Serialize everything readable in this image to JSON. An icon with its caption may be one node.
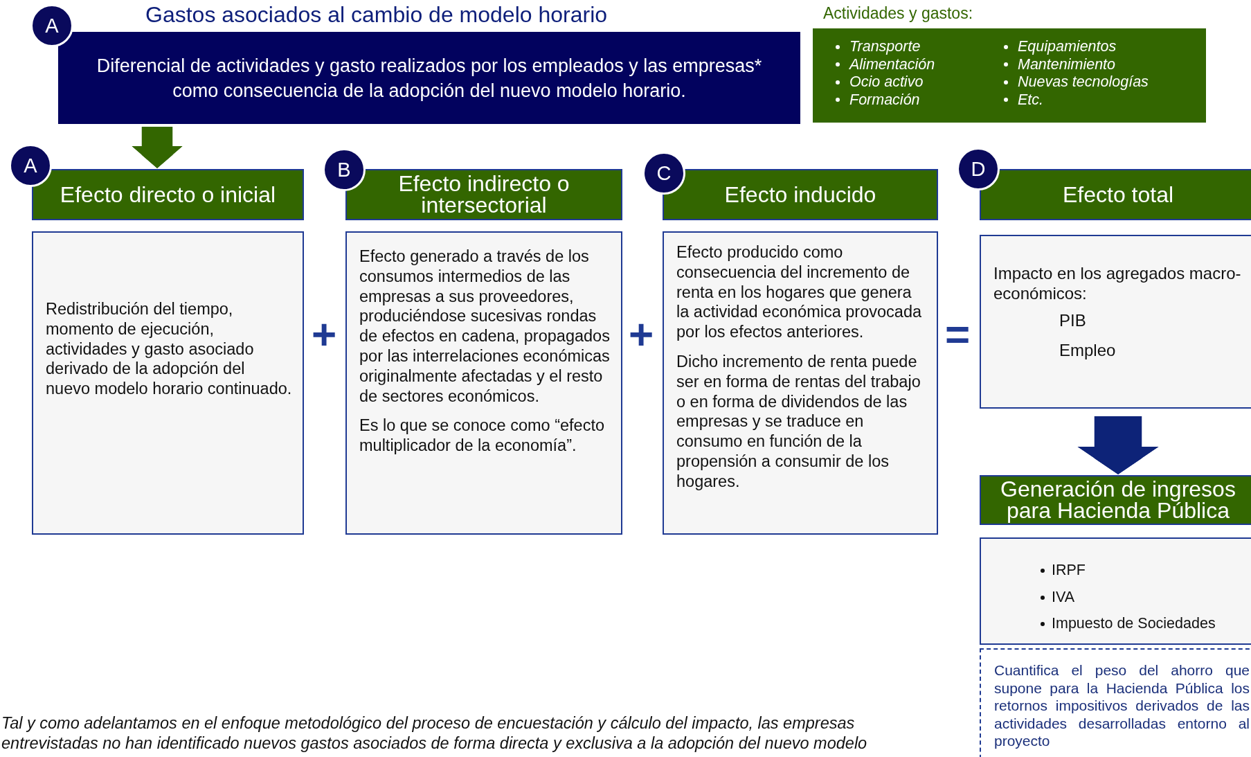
{
  "diagram": {
    "title": "Gastos asociados al cambio de modelo horario",
    "nodes": [
      {
        "text": [
          "A"
        ]
      },
      {
        "text": [
          "Diferencial de actividades y gasto realizados por los empleados y las empresas* como consecuencia de la adopción del nuevo modelo horario."
        ]
      },
      {
        "text": [
          "Actividades y gastos:",
          "Transporte",
          "Alimentación",
          "Ocio activo",
          "Formación",
          "Equipamientos",
          "Mantenimiento",
          "Nuevas tecnologías",
          "Etc."
        ]
      },
      {
        "text": [
          "A"
        ]
      },
      {
        "text": [
          "Efecto directo o inicial"
        ]
      },
      {
        "text": [
          "Redistribución del tiempo, momento de ejecución, actividades y gasto asociado derivado de la adopción del nuevo modelo horario continuado."
        ]
      },
      {
        "text": [
          "B"
        ]
      },
      {
        "text": [
          "Efecto indirecto o intersectorial"
        ]
      },
      {
        "text": [
          "Efecto generado a través de los consumos intermedios de las empresas a sus proveedores, produciéndose sucesivas rondas de efectos en cadena, propagados por las interrelaciones económicas originalmente afectadas y el resto de sectores económicos.",
          "Es lo que se conoce como “efecto multiplicador de la economía”."
        ]
      },
      {
        "text": [
          "C"
        ]
      },
      {
        "text": [
          "Efecto inducido"
        ]
      },
      {
        "text": [
          "Efecto producido como consecuencia del incremento de renta en los hogares que genera la actividad económica provocada por los efectos anteriores.",
          "Dicho incremento de renta puede ser en forma de rentas del trabajo o en forma de dividendos de las empresas y se traduce en consumo en función de la propensión a consumir de los hogares."
        ]
      },
      {
        "text": [
          "D"
        ]
      },
      {
        "text": [
          "Efecto total"
        ]
      },
      {
        "text": [
          "Impacto en los agregados macro-económicos:",
          "PIB",
          "Empleo"
        ]
      },
      {
        "text": [
          "Generación de ingresos para Hacienda Pública"
        ]
      },
      {
        "text": [
          "IRPF",
          "IVA",
          "Impuesto de Sociedades"
        ]
      },
      {
        "text": [
          "Cuantifica el peso del ahorro que supone para la Hacienda Pública los retornos impositivos derivados de las actividades desarrolladas entorno al proyecto"
        ]
      }
    ],
    "edges": [
      {
        "from": 1,
        "to": 4,
        "arrow": "to",
        "color": "#336600"
      },
      {
        "from": 14,
        "to": 15,
        "arrow": "to",
        "color": "#0d2378"
      }
    ],
    "labels": [
      "+",
      "+",
      "=",
      "Tal y como adelantamos en el enfoque metodológico del proceso de encuestación y cálculo del impacto, las empresas entrevistadas no han identificado nuevos gastos asociados de forma directa y exclusiva a la adopción del nuevo modelo"
    ]
  }
}
